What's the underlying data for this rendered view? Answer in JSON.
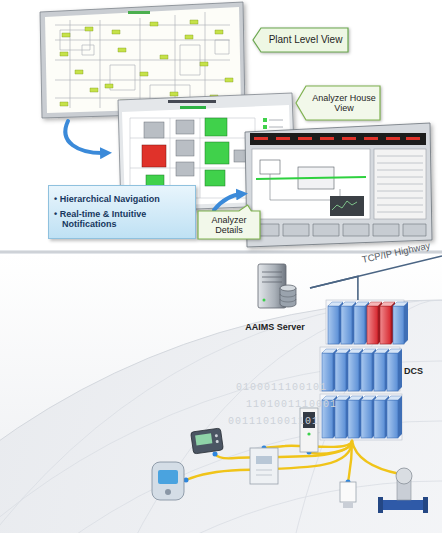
{
  "diagram": {
    "nodes": [
      {
        "text": [
          "Plant Level View"
        ]
      },
      {
        "text": [
          "Analyzer House View"
        ]
      },
      {
        "text": [
          "• Hierarchical Navigation",
          "• Real-time & Intuitive Notifications"
        ]
      },
      {
        "text": [
          "Analyzer Details"
        ]
      },
      {
        "text": [
          "AAIMS Server"
        ]
      },
      {
        "text": [
          "DCS"
        ]
      }
    ],
    "edges": [
      {
        "from": 4,
        "to": 5,
        "label": "TCP/IP Highway",
        "arrow": "none"
      }
    ],
    "labels": [
      "0100011100101",
      "1101001110001",
      "0011101001101"
    ]
  }
}
